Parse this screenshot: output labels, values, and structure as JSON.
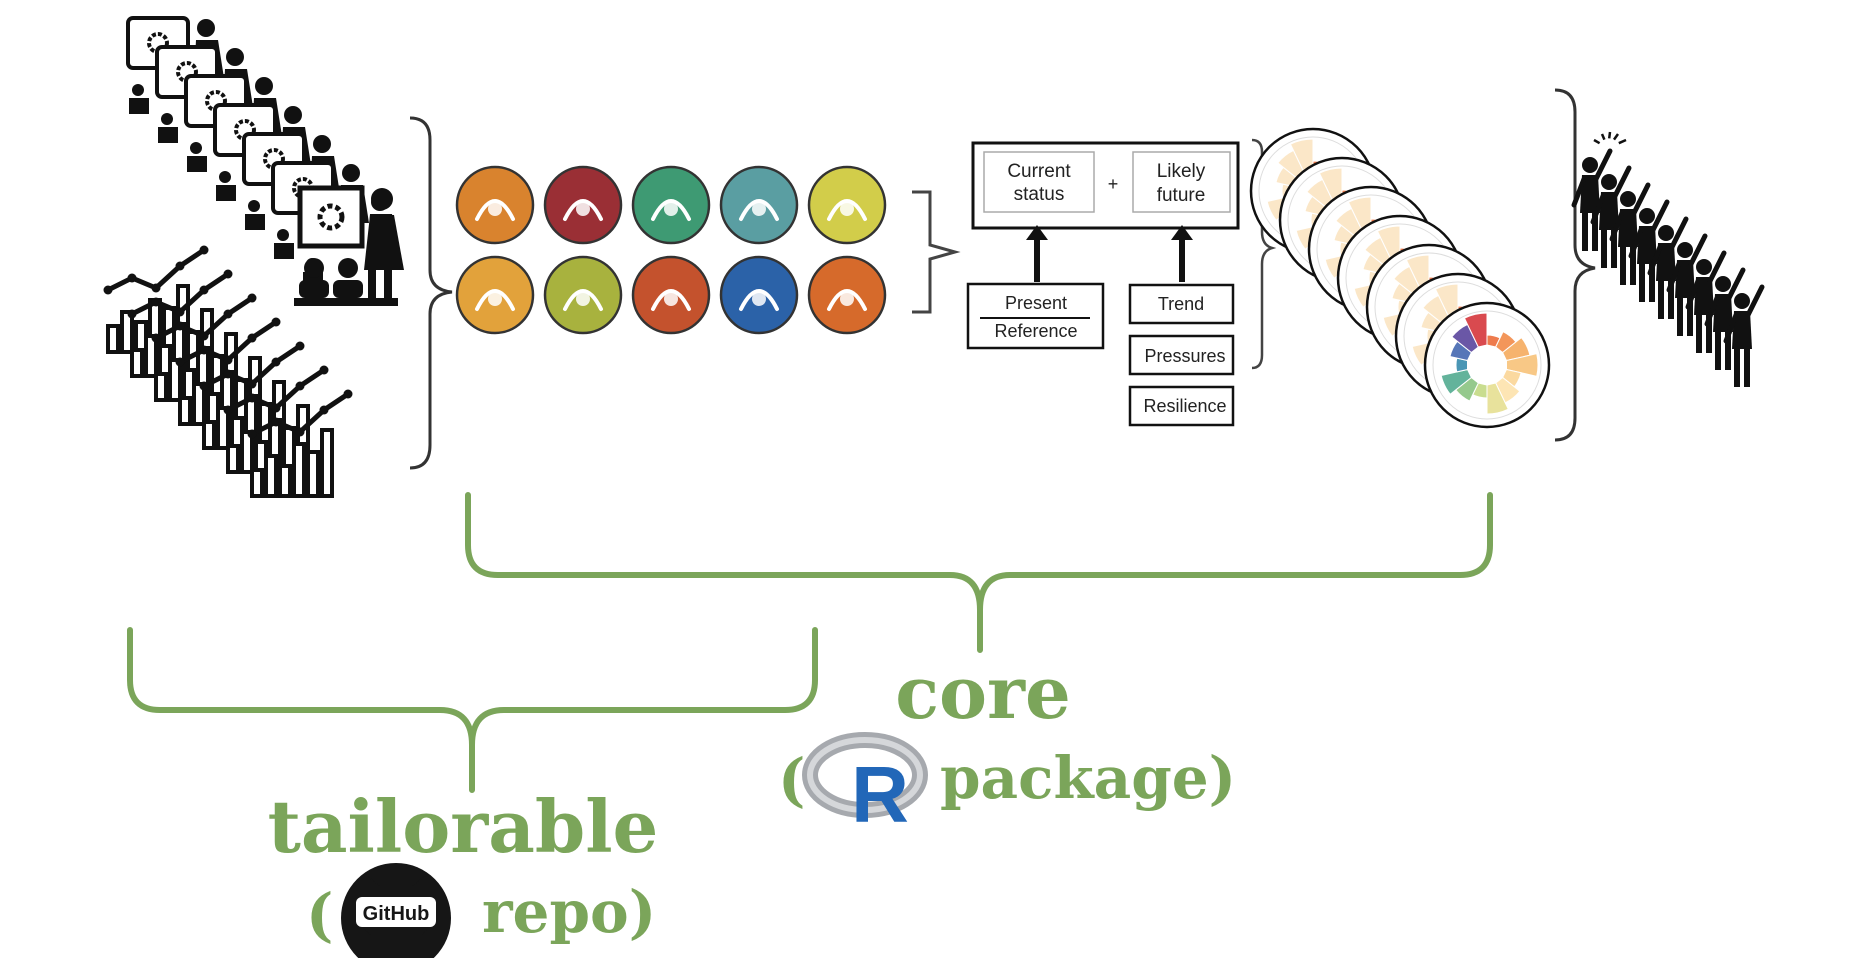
{
  "diagram": {
    "accent_color": "#7ba55a",
    "goals": [
      {
        "icon": "kelp-icon",
        "color": "#d9832e"
      },
      {
        "icon": "fish-plate-icon",
        "color": "#9a2f35"
      },
      {
        "icon": "coastline-sun-icon",
        "color": "#3e9a73"
      },
      {
        "icon": "water-drops-icon",
        "color": "#5a9ea2"
      },
      {
        "icon": "surfer-icon",
        "color": "#d2cd4a"
      },
      {
        "icon": "coastal-houses-icon",
        "color": "#e2a23b"
      },
      {
        "icon": "dollar-icon",
        "color": "#a8b23e"
      },
      {
        "icon": "bird-icon",
        "color": "#c4522d"
      },
      {
        "icon": "seagrass-icon",
        "color": "#2b62a8"
      },
      {
        "icon": "shell-icon",
        "color": "#d66a2b"
      }
    ],
    "model": {
      "current_status": [
        "Current",
        "status"
      ],
      "plus": "+",
      "likely_future": [
        "Likely",
        "future"
      ],
      "present": "Present",
      "reference": "Reference",
      "trend": "Trend",
      "pressures": "Pressures",
      "resilience": "Resilience"
    },
    "labels": {
      "core": "core",
      "core_paren_open": "(",
      "core_package": "package)",
      "r_logo": "R",
      "tailorable": "tailorable",
      "tail_paren_open": "(",
      "tail_repo": "repo)",
      "github_logo": "GitHub"
    }
  }
}
